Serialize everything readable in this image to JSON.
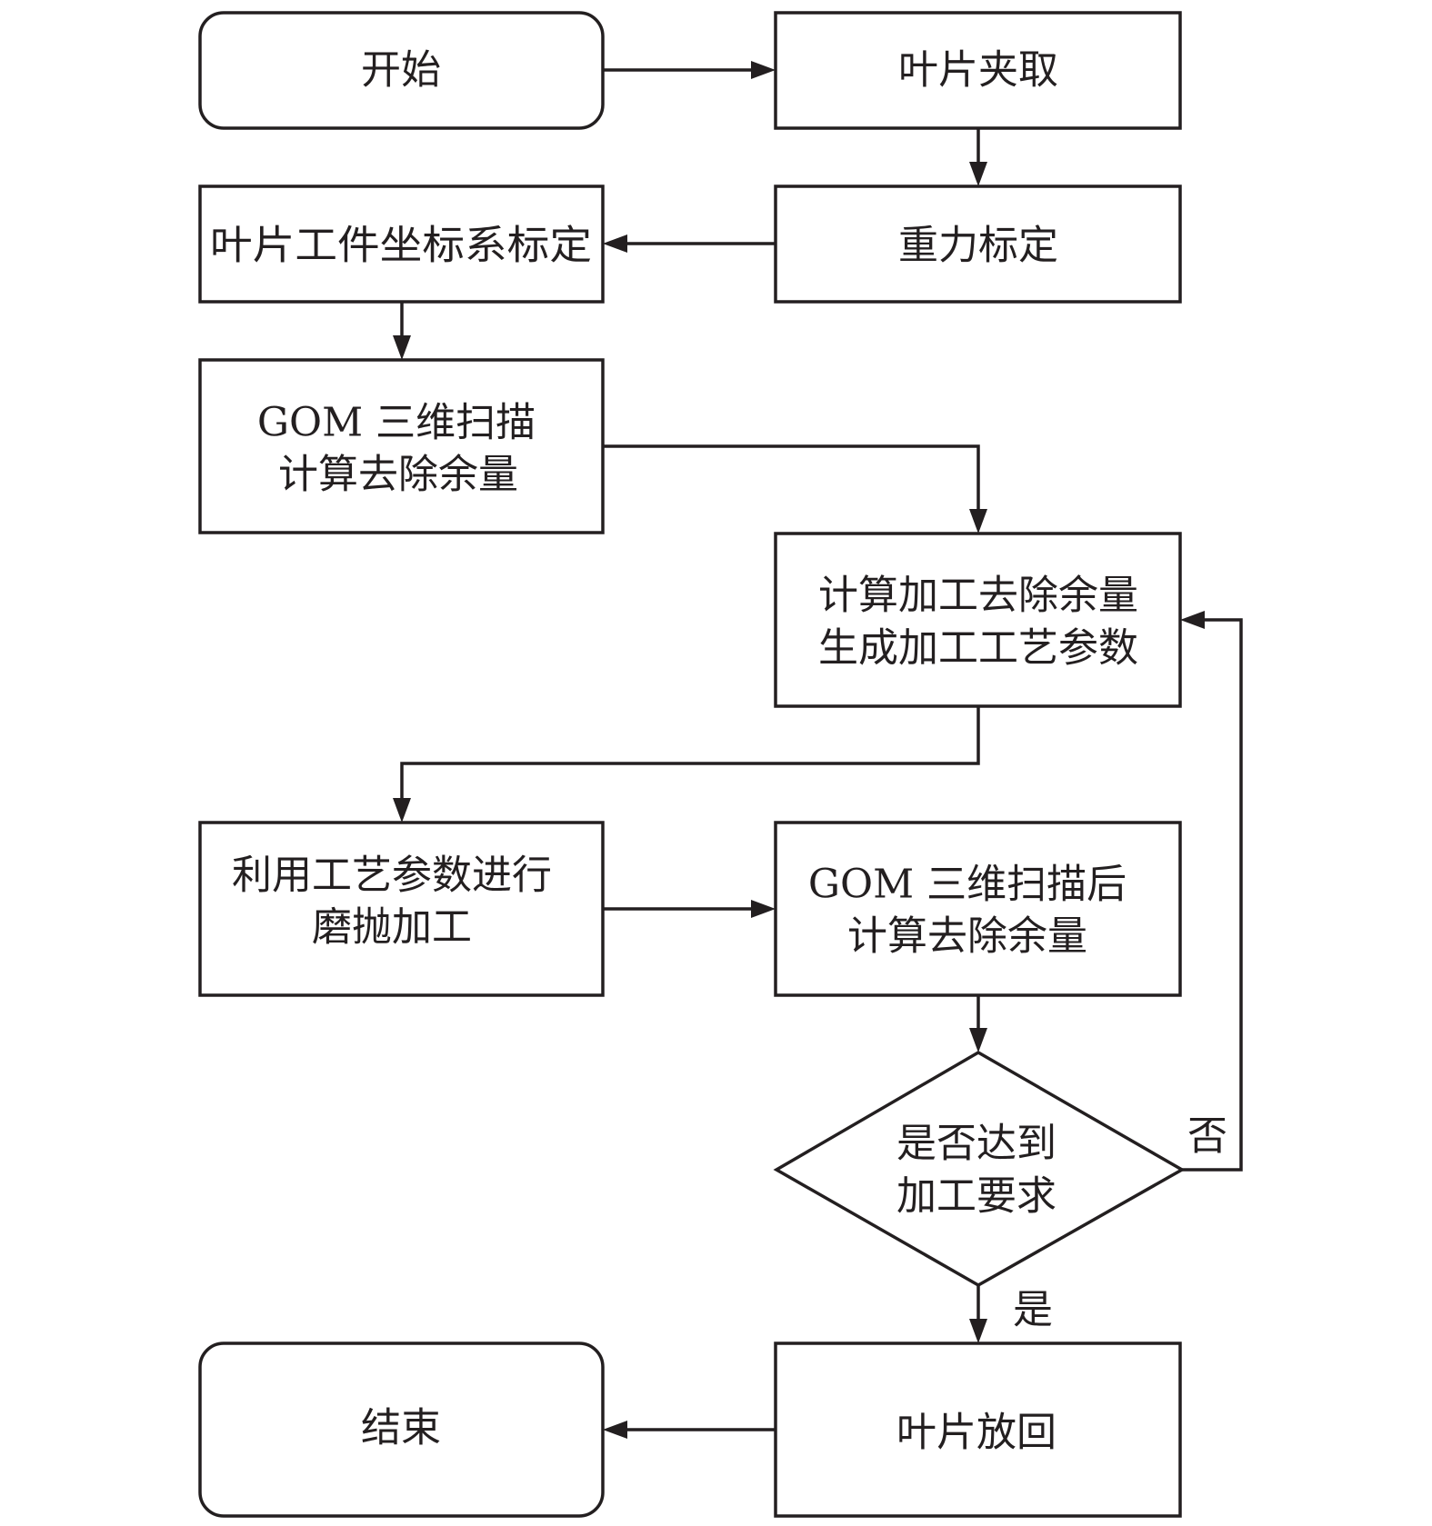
{
  "diagram": {
    "nodes": {
      "start": {
        "lines": [
          "开始"
        ]
      },
      "clamp": {
        "lines": [
          "叶片夹取"
        ]
      },
      "gravity": {
        "lines": [
          "重力标定"
        ]
      },
      "coord": {
        "lines": [
          "叶片工件坐标系标定"
        ]
      },
      "scan1": {
        "lines": [
          "GOM 三维扫描",
          "计算去除余量"
        ]
      },
      "calc": {
        "lines": [
          "计算加工去除余量",
          "生成加工工艺参数"
        ]
      },
      "grind": {
        "lines": [
          "利用工艺参数进行",
          "磨抛加工"
        ]
      },
      "scan2": {
        "lines": [
          "GOM 三维扫描后",
          "计算去除余量"
        ]
      },
      "decision": {
        "lines": [
          "是否达到",
          "加工要求"
        ]
      },
      "return": {
        "lines": [
          "叶片放回"
        ]
      },
      "end": {
        "lines": [
          "结束"
        ]
      }
    },
    "edge_labels": {
      "no": "否",
      "yes": "是"
    },
    "edges": [
      {
        "from": "start",
        "to": "clamp"
      },
      {
        "from": "clamp",
        "to": "gravity"
      },
      {
        "from": "gravity",
        "to": "coord"
      },
      {
        "from": "coord",
        "to": "scan1"
      },
      {
        "from": "scan1",
        "to": "calc"
      },
      {
        "from": "calc",
        "to": "grind"
      },
      {
        "from": "grind",
        "to": "scan2"
      },
      {
        "from": "scan2",
        "to": "decision"
      },
      {
        "from": "decision",
        "to": "calc",
        "label": "否"
      },
      {
        "from": "decision",
        "to": "return",
        "label": "是"
      },
      {
        "from": "return",
        "to": "end"
      }
    ]
  }
}
